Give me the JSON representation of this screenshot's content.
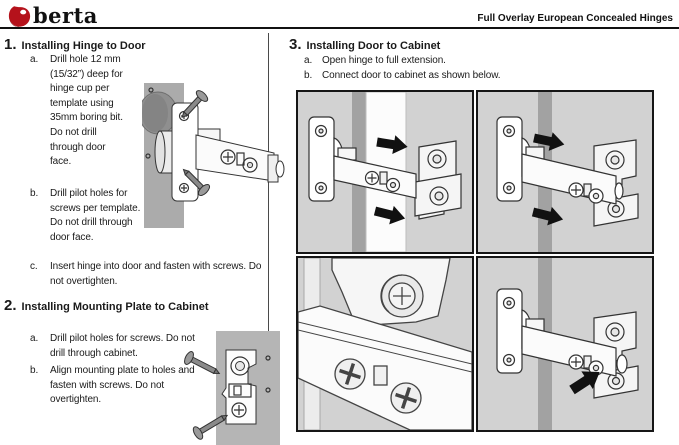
{
  "header": {
    "brand": "berta",
    "title": "Full Overlay European Concealed Hinges"
  },
  "colors": {
    "brand_red": "#b5121b",
    "brand_red_dark": "#6e0c10",
    "panel_bg": "#d2d2d2",
    "panel_strip": "#a2a2a2",
    "door_gray": "#ababab",
    "cabinet_gray": "#b5b5b5",
    "line": "#333333"
  },
  "sections": [
    {
      "number": "1.",
      "title": "Installing Hinge to Door",
      "items": [
        {
          "letter": "a.",
          "text": "Drill hole 12 mm (15/32”) deep for hinge cup per template using 35mm boring bit. Do not drill through door face."
        },
        {
          "letter": "b.",
          "text": "Drill pilot holes for screws per template. Do not drill through door face."
        },
        {
          "letter": "c.",
          "text": "Insert hinge into door and fasten with screws. Do not overtighten."
        }
      ]
    },
    {
      "number": "2.",
      "title": "Installing Mounting Plate to Cabinet",
      "items": [
        {
          "letter": "a.",
          "text": "Drill pilot holes for screws. Do not drill through cabinet."
        },
        {
          "letter": "b.",
          "text": "Align mounting plate to holes and fasten with screws. Do not overtighten."
        }
      ]
    },
    {
      "number": "3.",
      "title": "Installing Door to Cabinet",
      "items": [
        {
          "letter": "a.",
          "text": "Open hinge to full extension."
        },
        {
          "letter": "b.",
          "text": "Connect door to cabinet as shown below."
        }
      ]
    }
  ]
}
